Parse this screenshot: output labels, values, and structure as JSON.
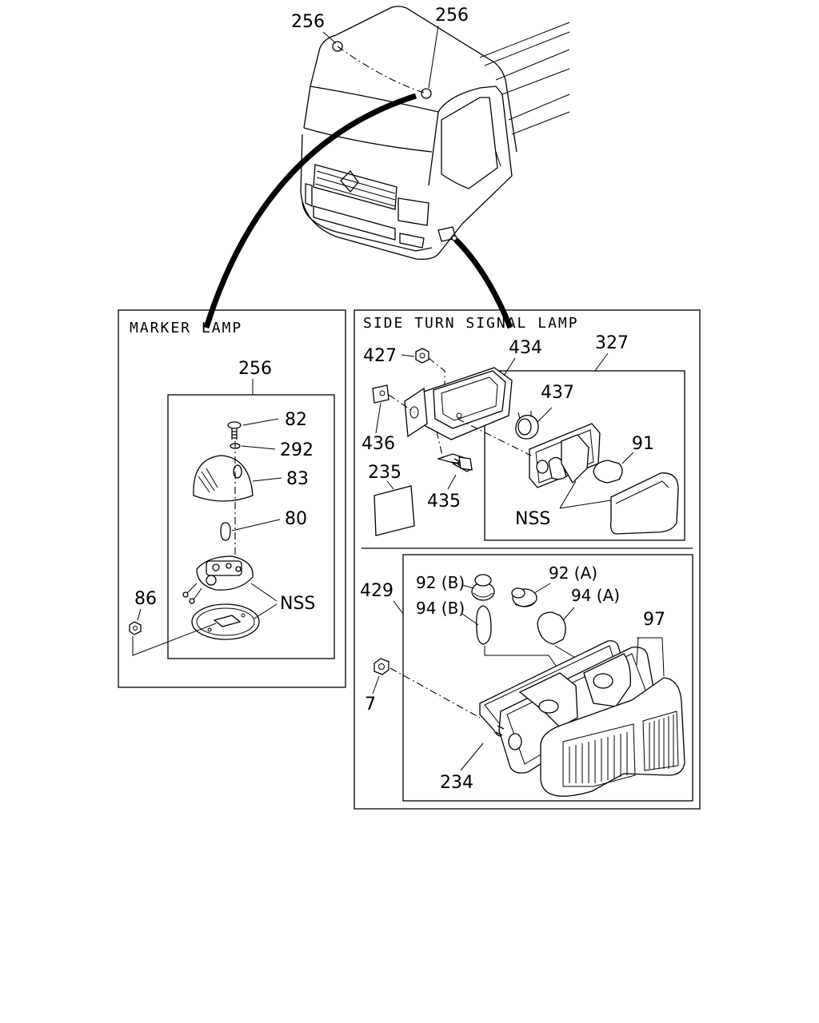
{
  "panels": {
    "marker": {
      "title": "MARKER LAMP"
    },
    "side_turn": {
      "title": "SIDE TURN SIGNAL LAMP"
    }
  },
  "callouts": {
    "cab_256_left": "256",
    "cab_256_right": "256",
    "marker_256": "256",
    "c82": "82",
    "c292": "292",
    "c83": "83",
    "c80": "80",
    "c86": "86",
    "marker_nss": "NSS",
    "c427": "427",
    "c434": "434",
    "c327": "327",
    "c437": "437",
    "c436": "436",
    "c91": "91",
    "c235": "235",
    "c435": "435",
    "side_nss": "NSS",
    "c429": "429",
    "c92b": "92 (B)",
    "c92a": "92 (A)",
    "c94b": "94 (B)",
    "c94a": "94 (A)",
    "c97": "97",
    "c7": "7",
    "c234": "234"
  }
}
